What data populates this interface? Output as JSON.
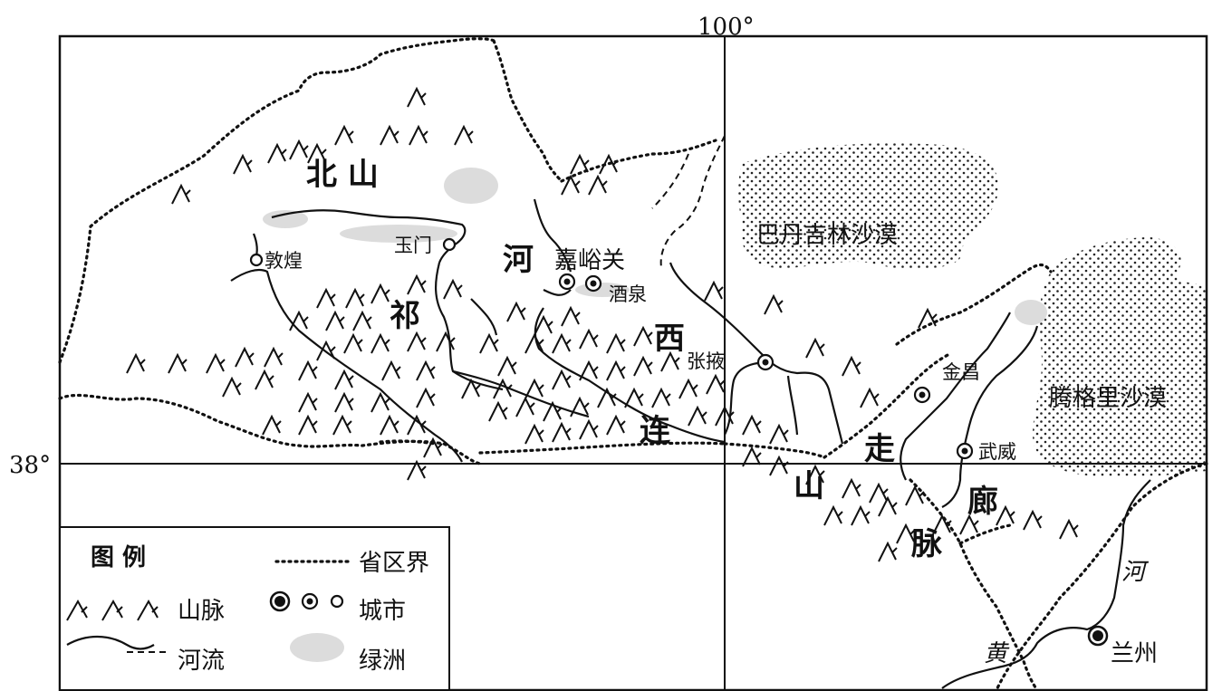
{
  "coordinates": {
    "longitude": "100°",
    "latitude": "38°"
  },
  "regions": {
    "beishan": "北 山",
    "qilian": [
      "祁",
      "连",
      "山",
      "脉"
    ],
    "corridor": [
      "河",
      "西",
      "走",
      "廊"
    ],
    "badain": "巴丹吉林沙漠",
    "tengger": "腾格里沙漠"
  },
  "cities": {
    "dunhuang": "敦煌",
    "yumen": "玉门",
    "jiayuguan": "嘉峪关",
    "jiuquan": "酒泉",
    "zhangye": "张掖",
    "jinchang": "金昌",
    "wuwei": "武威",
    "lanzhou": "兰州"
  },
  "rivers": {
    "huang": "黄",
    "he": "河"
  },
  "legend": {
    "title": "图  例",
    "border": "省区界",
    "mountain": "山脉",
    "city": "城市",
    "river": "河流",
    "oasis": "绿洲"
  }
}
